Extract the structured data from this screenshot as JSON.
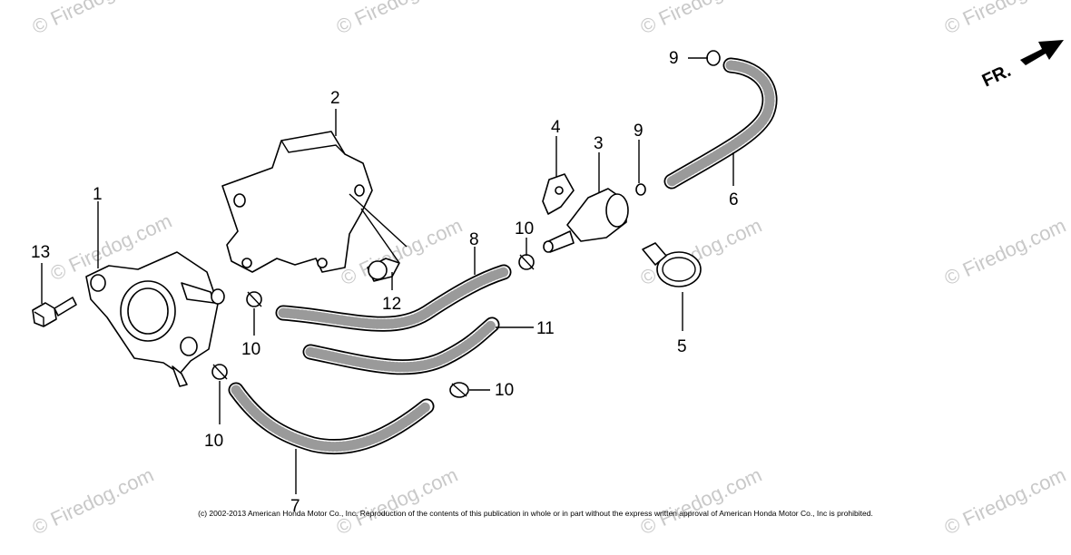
{
  "watermark": "© Firedog.com",
  "direction_label": "FR.",
  "callouts": {
    "c1": "1",
    "c2": "2",
    "c3": "3",
    "c4": "4",
    "c5": "5",
    "c6": "6",
    "c7": "7",
    "c8": "8",
    "c9a": "9",
    "c9b": "9",
    "c10a": "10",
    "c10b": "10",
    "c10c": "10",
    "c10d": "10",
    "c11": "11",
    "c12": "12",
    "c13": "13"
  },
  "copyright": "(c) 2002-2013 American Honda Motor Co., Inc. Reproduction of the contents of this publication in whole or in part without the express written approval of American Honda Motor Co., Inc is prohibited."
}
